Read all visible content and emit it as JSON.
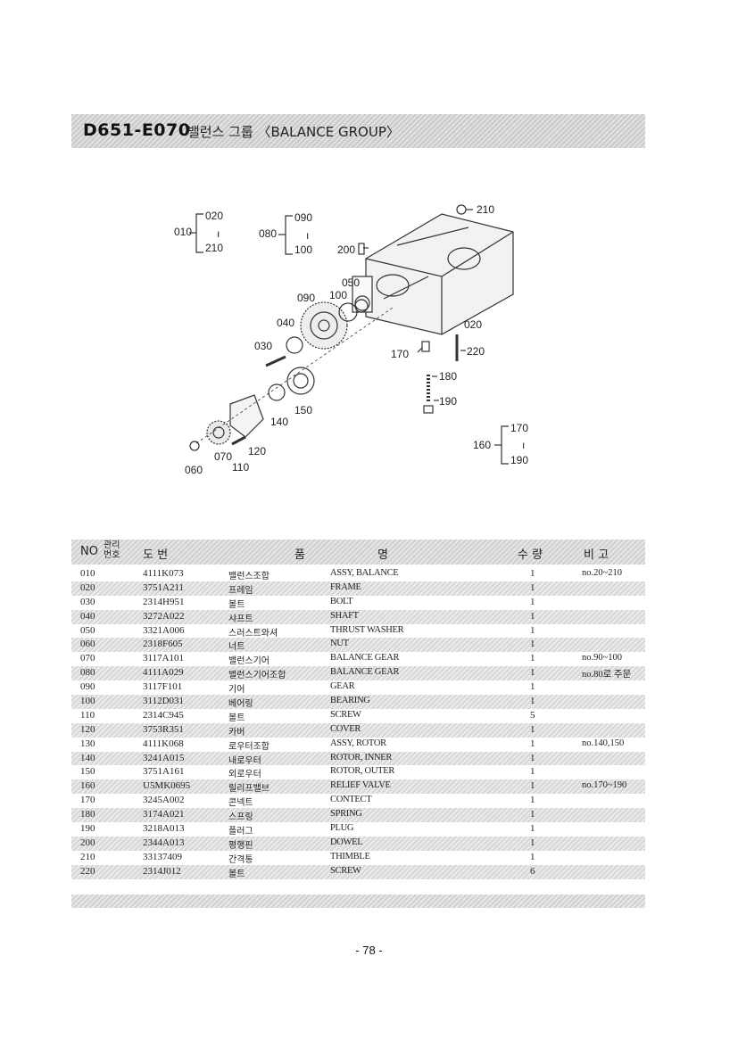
{
  "header": {
    "code": "D651-E070",
    "name": "밸런스 그룹 〈BALANCE GROUP〉"
  },
  "diagram": {
    "callouts": {
      "g010": "010",
      "g020": "020",
      "g_tilde1": "ı",
      "g210a": "210",
      "g080": "080",
      "g090": "090",
      "g_tilde2": "ı",
      "g100": "100",
      "c200": "200",
      "c210": "210",
      "c050": "050",
      "c090": "090",
      "c100": "100",
      "c040": "040",
      "c020": "020",
      "c030": "030",
      "c170": "170",
      "c220": "220",
      "c180": "180",
      "c190": "190",
      "c150": "150",
      "c140": "140",
      "c120": "120",
      "c070": "070",
      "c110": "110",
      "c060": "060",
      "g160": "160",
      "g170": "170",
      "g_tilde3": "ı",
      "g190": "190"
    }
  },
  "table": {
    "headers": {
      "no": "NO",
      "mgmt": "관리\n번호",
      "drawing": "도   번",
      "item": "품",
      "name": "명",
      "qty": "수  량",
      "remarks": "비   고"
    },
    "rows": [
      {
        "no": "010",
        "part": "4111K073",
        "kor": "밸런스조합",
        "eng": "ASSY, BALANCE",
        "qty": "1",
        "rem": "no.20~210"
      },
      {
        "no": "020",
        "part": "3751A211",
        "kor": "프레임",
        "eng": "FRAME",
        "qty": "1",
        "rem": ""
      },
      {
        "no": "030",
        "part": "2314H951",
        "kor": "볼트",
        "eng": "BOLT",
        "qty": "1",
        "rem": ""
      },
      {
        "no": "040",
        "part": "3272A022",
        "kor": "샤프트",
        "eng": "SHAFT",
        "qty": "1",
        "rem": ""
      },
      {
        "no": "050",
        "part": "3321A006",
        "kor": "스러스트와셔",
        "eng": "THRUST WASHER",
        "qty": "1",
        "rem": ""
      },
      {
        "no": "060",
        "part": "2318F605",
        "kor": "너트",
        "eng": "NUT",
        "qty": "1",
        "rem": ""
      },
      {
        "no": "070",
        "part": "3117A101",
        "kor": "밸런스기어",
        "eng": "BALANCE GEAR",
        "qty": "1",
        "rem": "no.90~100"
      },
      {
        "no": "080",
        "part": "4111A029",
        "kor": "밸런스기어조합",
        "eng": "BALANCE GEAR",
        "qty": "1",
        "rem": "no.80로 주문"
      },
      {
        "no": "090",
        "part": "3117F101",
        "kor": "기어",
        "eng": "GEAR",
        "qty": "1",
        "rem": ""
      },
      {
        "no": "100",
        "part": "3112D031",
        "kor": "베어링",
        "eng": "BEARING",
        "qty": "1",
        "rem": ""
      },
      {
        "no": "110",
        "part": "2314C945",
        "kor": "볼트",
        "eng": "SCREW",
        "qty": "5",
        "rem": ""
      },
      {
        "no": "120",
        "part": "3753R351",
        "kor": "카버",
        "eng": "COVER",
        "qty": "1",
        "rem": ""
      },
      {
        "no": "130",
        "part": "4111K068",
        "kor": "로우터조합",
        "eng": "ASSY, ROTOR",
        "qty": "1",
        "rem": "no.140,150"
      },
      {
        "no": "140",
        "part": "3241A015",
        "kor": "내로우터",
        "eng": "ROTOR, INNER",
        "qty": "1",
        "rem": ""
      },
      {
        "no": "150",
        "part": "3751A161",
        "kor": "외로우터",
        "eng": "ROTOR, OUTER",
        "qty": "1",
        "rem": ""
      },
      {
        "no": "160",
        "part": "U5MK0695",
        "kor": "릴리프밸브",
        "eng": "RELIEF VALVE",
        "qty": "1",
        "rem": "no.170~190"
      },
      {
        "no": "170",
        "part": "3245A002",
        "kor": "콘넥트",
        "eng": "CONTECT",
        "qty": "1",
        "rem": ""
      },
      {
        "no": "180",
        "part": "3174A021",
        "kor": "스프링",
        "eng": "SPRING",
        "qty": "1",
        "rem": ""
      },
      {
        "no": "190",
        "part": "3218A013",
        "kor": "플러그",
        "eng": "PLUG",
        "qty": "1",
        "rem": ""
      },
      {
        "no": "200",
        "part": "2344A013",
        "kor": "평행핀",
        "eng": "DOWEL",
        "qty": "1",
        "rem": ""
      },
      {
        "no": "210",
        "part": "33137409",
        "kor": "간격통",
        "eng": "THIMBLE",
        "qty": "1",
        "rem": ""
      },
      {
        "no": "220",
        "part": "2314J012",
        "kor": "볼트",
        "eng": "SCREW",
        "qty": "6",
        "rem": ""
      }
    ]
  },
  "footer": {
    "page": "- 78 -"
  }
}
